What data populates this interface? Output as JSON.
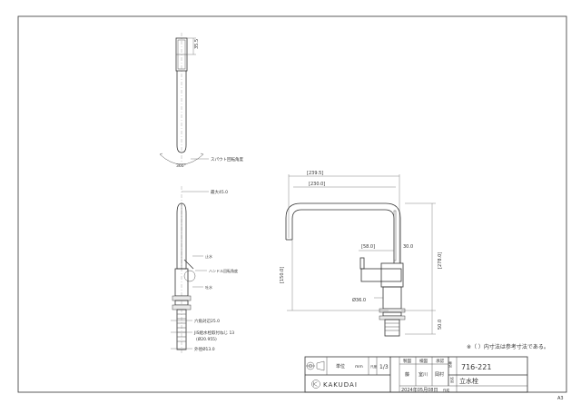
{
  "labels": {
    "spout_rotation": "スパウト回転角度",
    "rotation_angle": "360°",
    "dim_top_35": "35.5",
    "dim_max_45": "最大45.0",
    "stop_label": "止水",
    "handle_rotation": "ハンドル回転角度",
    "open_label": "吐水",
    "hex_nut": "六角対辺25.0",
    "jis_thread": "JIS給水栓取付ねじ 13",
    "thread_dia": "(Ø20.955)",
    "outer_dia": "外径Ø13.0",
    "dim_239_5": "[239.5]",
    "dim_230_0": "[230.0]",
    "dim_58_0": "[58.0]",
    "dim_30_0": "30.0",
    "dim_150_0": "[150.0]",
    "dim_278_0": "[278.0]",
    "dim_36_0": "Ø36.0",
    "dim_50_0": "50.0",
    "note": "※（ ）内寸法は参考寸法である。"
  },
  "title_block": {
    "unit_label": "単位",
    "unit_value": "mm",
    "scale_label": "尺度",
    "scale_value": "1/3",
    "drafter_label": "製図",
    "checker_label": "検図",
    "approver_label": "承認",
    "drafter_name": "藤",
    "checker_name": "室川",
    "approver_name": "岡村",
    "part_label": "品番",
    "part_number": "716-221",
    "name_label": "品名",
    "part_name": "立水栓",
    "date": "2024年05月08日",
    "date_suffix": "作成",
    "brand": "KAKUDAI"
  },
  "page_number": "A3"
}
